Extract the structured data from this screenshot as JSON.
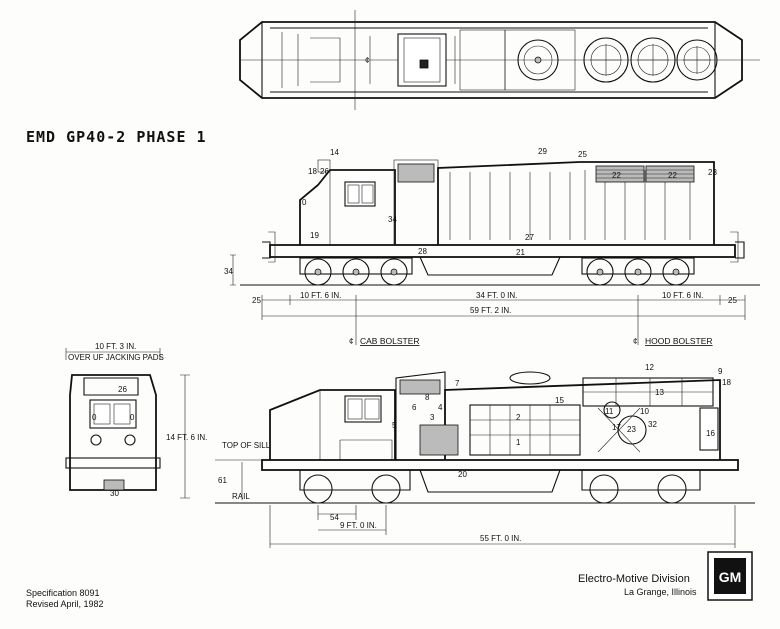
{
  "title": "EMD GP40-2 PHASE 1",
  "spec": {
    "number": "Specification 8091",
    "revised": "Revised April, 1982"
  },
  "maker": {
    "name": "Electro-Motive Division",
    "location": "La Grange, Illinois",
    "logo_text": "GM"
  },
  "dimensions": {
    "overall_length": "59 FT. 2 IN.",
    "truck_centers": "34 FT. 0 IN.",
    "front_overhang": "10 FT. 6 IN.",
    "rear_overhang": "10 FT. 6 IN.",
    "end_offset_left": "25",
    "end_offset_right": "25",
    "coupler_height": "34",
    "frame_length": "55 FT. 0 IN.",
    "truck_wheelbase": "9 FT. 0 IN.",
    "axle_spacing": "54",
    "sill_height": "61",
    "end_width": "10 FT. 3 IN.",
    "jacking_pads": "OVER UF JACKING PADS",
    "end_height": "14 FT. 6 IN."
  },
  "labels": {
    "cab_bolster": "CAB BOLSTER",
    "hood_bolster": "HOOD BOLSTER",
    "cl_mark": "¢",
    "top_of_sill": "TOP OF SILL",
    "rail": "RAIL"
  },
  "callouts": {
    "side": [
      "14",
      "18",
      "26",
      "29",
      "25",
      "22",
      "22",
      "23",
      "19",
      "0",
      "34",
      "28",
      "27",
      "21"
    ],
    "cutaway": [
      "12",
      "9",
      "18",
      "13",
      "7",
      "8",
      "6",
      "5",
      "3",
      "4",
      "11",
      "10",
      "15",
      "17",
      "23",
      "32",
      "16",
      "2",
      "1",
      "20"
    ],
    "end": [
      "26",
      "0",
      "0",
      "30"
    ]
  },
  "colors": {
    "ink": "#111111",
    "paper": "#fdfdfb"
  }
}
